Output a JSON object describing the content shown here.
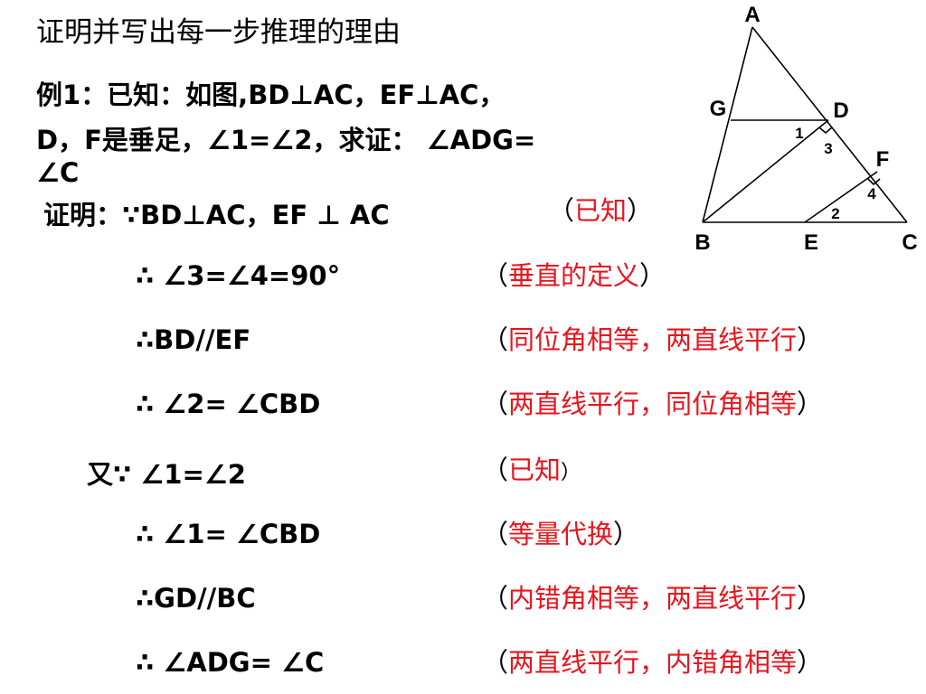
{
  "title": "证明并写出每一步推理的理由",
  "problem": {
    "line1": "例1：已知：如图,BD⊥AC，EF⊥AC，",
    "line2": "D，F是垂足，∠1=∠2，求证： ∠ADG=",
    "line3": "∠C"
  },
  "proof": [
    {
      "statement": "证明：∵BD⊥AC，EF ⊥ AC",
      "reason": "已知"
    },
    {
      "statement": "∴ ∠3=∠4=90°",
      "reason": "垂直的定义"
    },
    {
      "statement": "∴BD//EF",
      "reason": "同位角相等，两直线平行"
    },
    {
      "statement": "∴ ∠2= ∠CBD",
      "reason": "两直线平行，同位角相等"
    },
    {
      "statement": "又∵ ∠1=∠2",
      "reason": "已知"
    },
    {
      "statement": "∴ ∠1= ∠CBD",
      "reason": "等量代换"
    },
    {
      "statement": "∴GD//BC",
      "reason": "内错角相等，两直线平行"
    },
    {
      "statement": "∴ ∠ADG= ∠C",
      "reason": "两直线平行，内错角相等"
    }
  ],
  "parens": {
    "open": "（",
    "close": "）"
  },
  "figure": {
    "points": {
      "A": "A",
      "G": "G",
      "D": "D",
      "F": "F",
      "B": "B",
      "E": "E",
      "C": "C"
    },
    "angles": {
      "a1": "1",
      "a2": "2",
      "a3": "3",
      "a4": "4"
    }
  },
  "colors": {
    "reason_text": "#e8141d",
    "text": "#000000",
    "background": "#ffffff"
  }
}
